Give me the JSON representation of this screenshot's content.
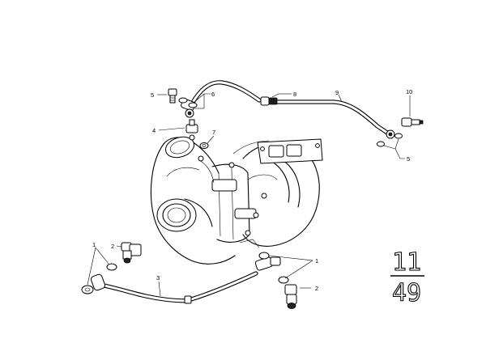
{
  "callouts": {
    "c5_top": "5",
    "c6_top": "6",
    "c8": "8",
    "c9": "9",
    "c10": "10",
    "c4": "4",
    "c7": "7",
    "c5_right": "5",
    "c1_left": "1",
    "c2_left": "2",
    "c3": "3",
    "c1_right": "1",
    "c2_right": "2"
  },
  "page_ref": {
    "group": "11",
    "page": "49"
  }
}
